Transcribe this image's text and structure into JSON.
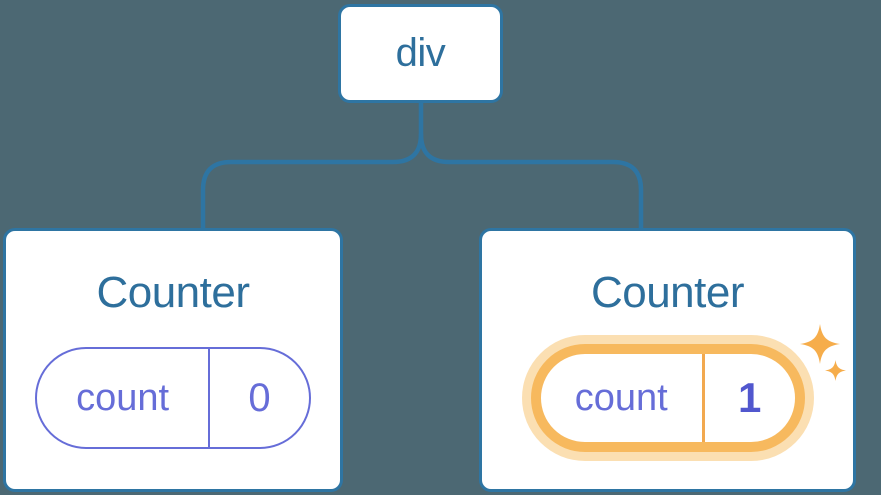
{
  "diagram": {
    "description": "Component tree: a div root with two Counter children; second Counter state updated",
    "colors": {
      "background": "#4C6873",
      "connector_blue": "#2E75A3",
      "node_text_blue": "#2E6F9C",
      "card_white": "#FFFFFF",
      "pill_indigo": "#666DD8",
      "pill_value_indigo": "#5157CE",
      "highlight_orange": "#F7B95E",
      "highlight_halo": "#FBDFB2",
      "highlight_divider": "#F2A94F",
      "sparkle_orange": "#F6AD4B"
    },
    "root_node": {
      "label": "div"
    },
    "children": [
      {
        "title": "Counter",
        "state_pill": {
          "label": "count",
          "value": "0"
        },
        "highlighted": false
      },
      {
        "title": "Counter",
        "state_pill": {
          "label": "count",
          "value": "1"
        },
        "highlighted": true,
        "sparkle_icon": "sparkle-icon"
      }
    ]
  }
}
